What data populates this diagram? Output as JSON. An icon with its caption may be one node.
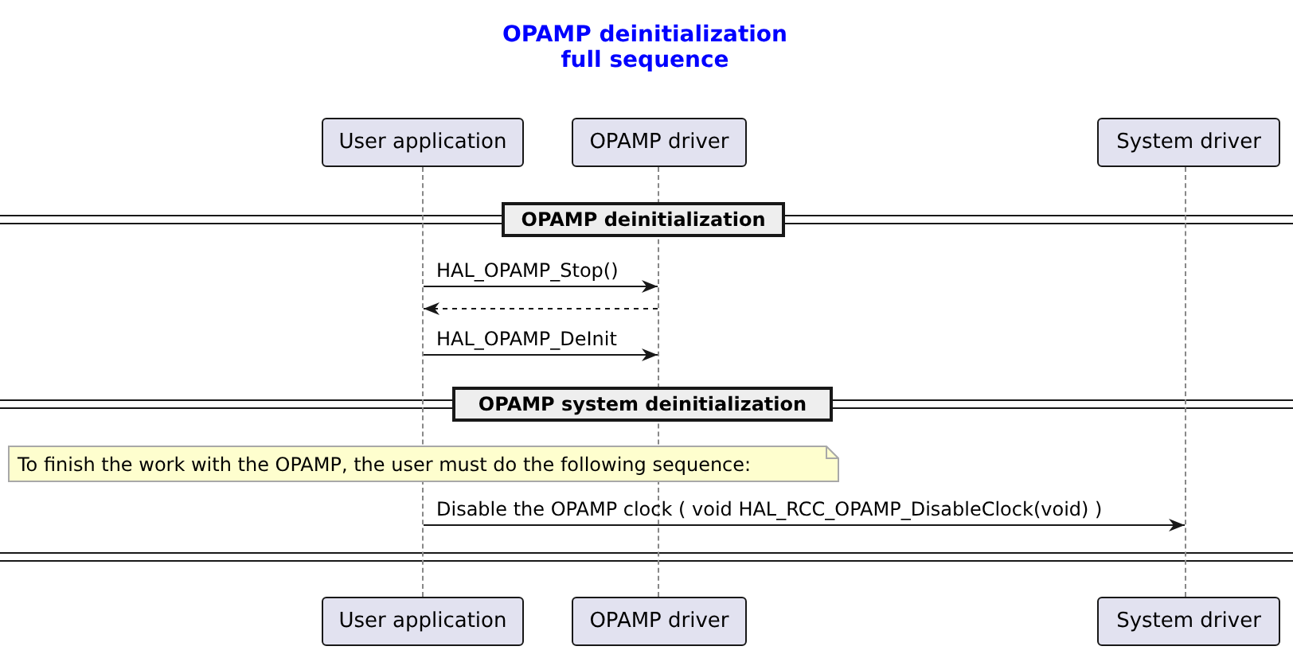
{
  "diagram": {
    "title": "OPAMP deinitialization full sequence",
    "nodes": [
      {
        "text": [
          "User application"
        ]
      },
      {
        "text": [
          "OPAMP driver"
        ]
      },
      {
        "text": [
          "System driver"
        ]
      },
      {
        "text": [
          "OPAMP deinitialization"
        ]
      },
      {
        "text": [
          "OPAMP system deinitialization"
        ]
      },
      {
        "text": [
          "To finish the work with the OPAMP, the user must do the following sequence:"
        ]
      },
      {
        "text": [
          "User application"
        ]
      },
      {
        "text": [
          "OPAMP driver"
        ]
      },
      {
        "text": [
          "System driver"
        ]
      },
      {
        "text": [],
        "shape": "line"
      },
      {
        "text": [],
        "shape": "line"
      },
      {
        "text": [],
        "shape": "line"
      }
    ],
    "edges": [
      {
        "from": 9,
        "to": 10,
        "arrow": "to",
        "label": "HAL_OPAMP_Stop()"
      },
      {
        "from": 10,
        "to": 9,
        "arrow": "to",
        "style": "dashed"
      },
      {
        "from": 9,
        "to": 10,
        "arrow": "to",
        "label": "HAL_OPAMP_DeInit"
      },
      {
        "from": 9,
        "to": 11,
        "arrow": "to",
        "label": "Disable the OPAMP clock ( void HAL_RCC_OPAMP_DisableClock(void) )"
      }
    ]
  }
}
